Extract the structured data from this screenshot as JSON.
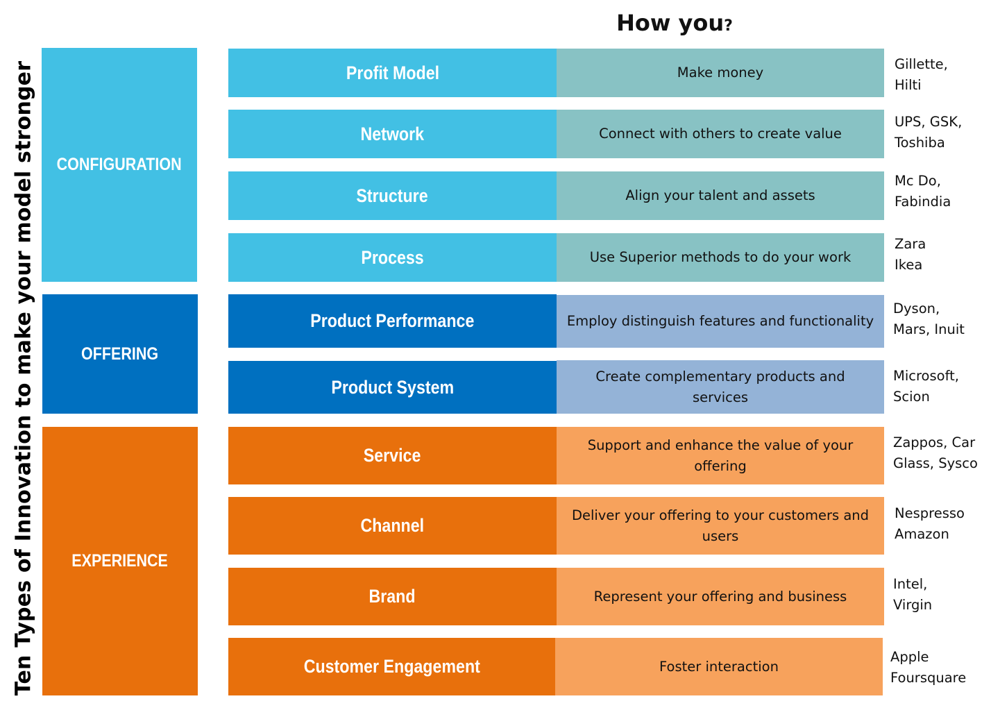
{
  "title": "Ten Types of Innovation to make your model stronger",
  "column_header": {
    "text": "How you",
    "mark": "?"
  },
  "categories": [
    {
      "label": "CONFIGURATION"
    },
    {
      "label": "OFFERING"
    },
    {
      "label": "EXPERIENCE"
    }
  ],
  "rows": [
    {
      "type": "Profit Model",
      "description": "Make money",
      "examples": "Gillette,\nHilti"
    },
    {
      "type": "Network",
      "description": "Connect with others to create value",
      "examples": "UPS, GSK,\nToshiba"
    },
    {
      "type": "Structure",
      "description": "Align your talent and assets",
      "examples": "Mc Do,\nFabindia"
    },
    {
      "type": "Process",
      "description": "Use Superior methods to do your work",
      "examples": "Zara\nIkea"
    },
    {
      "type": "Product Performance",
      "description": "Employ distinguish features and functionality",
      "examples": "Dyson,\nMars, Inuit"
    },
    {
      "type": "Product System",
      "description": "Create complementary products and services",
      "examples": "Microsoft,\nScion"
    },
    {
      "type": "Service",
      "description": "Support and enhance the value of your offering",
      "examples": "Zappos, Car\nGlass, Sysco"
    },
    {
      "type": "Channel",
      "description": "Deliver your offering to your customers and users",
      "examples": "Nespresso\nAmazon"
    },
    {
      "type": "Brand",
      "description": "Represent your offering and business",
      "examples": "Intel,\nVirgin"
    },
    {
      "type": "Customer Engagement",
      "description": "Foster interaction",
      "examples": "Apple\nFoursquare"
    }
  ],
  "colors": {
    "configuration": "#42c0e4",
    "configuration_desc": "#88c2c4",
    "offering": "#0070c0",
    "offering_desc": "#94b3d7",
    "experience": "#e8700c",
    "experience_desc": "#f7a25c"
  }
}
